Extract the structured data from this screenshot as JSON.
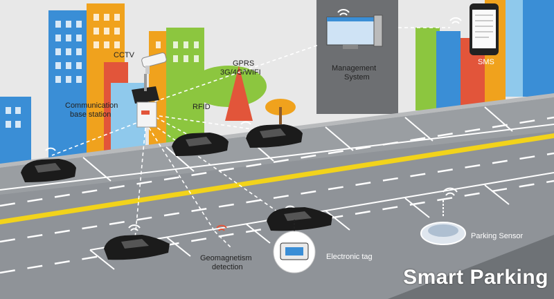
{
  "labels": {
    "cctv": "CCTV",
    "comm_line1": "Communication",
    "comm_line2": "base station",
    "gprs_line1": "GPRS",
    "gprs_line2": "3G/4G/WIFI",
    "rfid": "RFID",
    "management_line1": "Management",
    "management_line2": "System",
    "sms": "SMS",
    "geo_line1": "Geomagnetism",
    "geo_line2": "detection",
    "electronic_tag": "Electronic tag",
    "parking_sensor": "Parking Sensor"
  },
  "title": "Smart Parking",
  "colors": {
    "road": "#8f9398",
    "yellow_line": "#f2d31b",
    "wall": "#e6e6e6",
    "building_blue": "#3a8ed6",
    "building_orange": "#f0a21d",
    "building_red": "#e2553a",
    "tree_green": "#8cc63f",
    "panel_gray": "#6d6f72"
  },
  "icons": [
    "cctv-camera-icon",
    "base-station-icon",
    "computer-icon",
    "smartphone-icon",
    "wifi-icon",
    "car-icon",
    "parking-sensor-icon",
    "electronic-tag-icon"
  ]
}
